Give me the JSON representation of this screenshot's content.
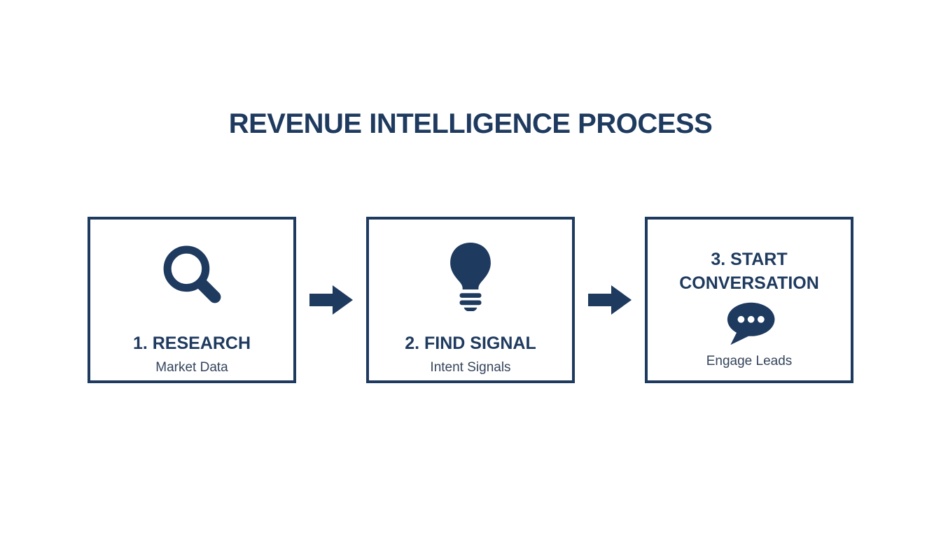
{
  "page": {
    "title": "REVENUE INTELLIGENCE PROCESS",
    "background_color": "#ffffff",
    "accent_color": "#1e3a5f",
    "subtitle_color": "#35455c"
  },
  "steps": [
    {
      "title": "1. RESEARCH",
      "subtitle": "Market Data",
      "icon": "magnifier-icon",
      "layout": "icon-above-title"
    },
    {
      "title": "2. FIND SIGNAL",
      "subtitle": "Intent Signals",
      "icon": "lightbulb-icon",
      "layout": "icon-above-title"
    },
    {
      "title": "3. START CONVERSATION",
      "subtitle": "Engage Leads",
      "icon": "speech-bubble-icon",
      "layout": "title-above-icon"
    }
  ],
  "connectors": [
    {
      "type": "arrow-right"
    },
    {
      "type": "arrow-right"
    }
  ]
}
